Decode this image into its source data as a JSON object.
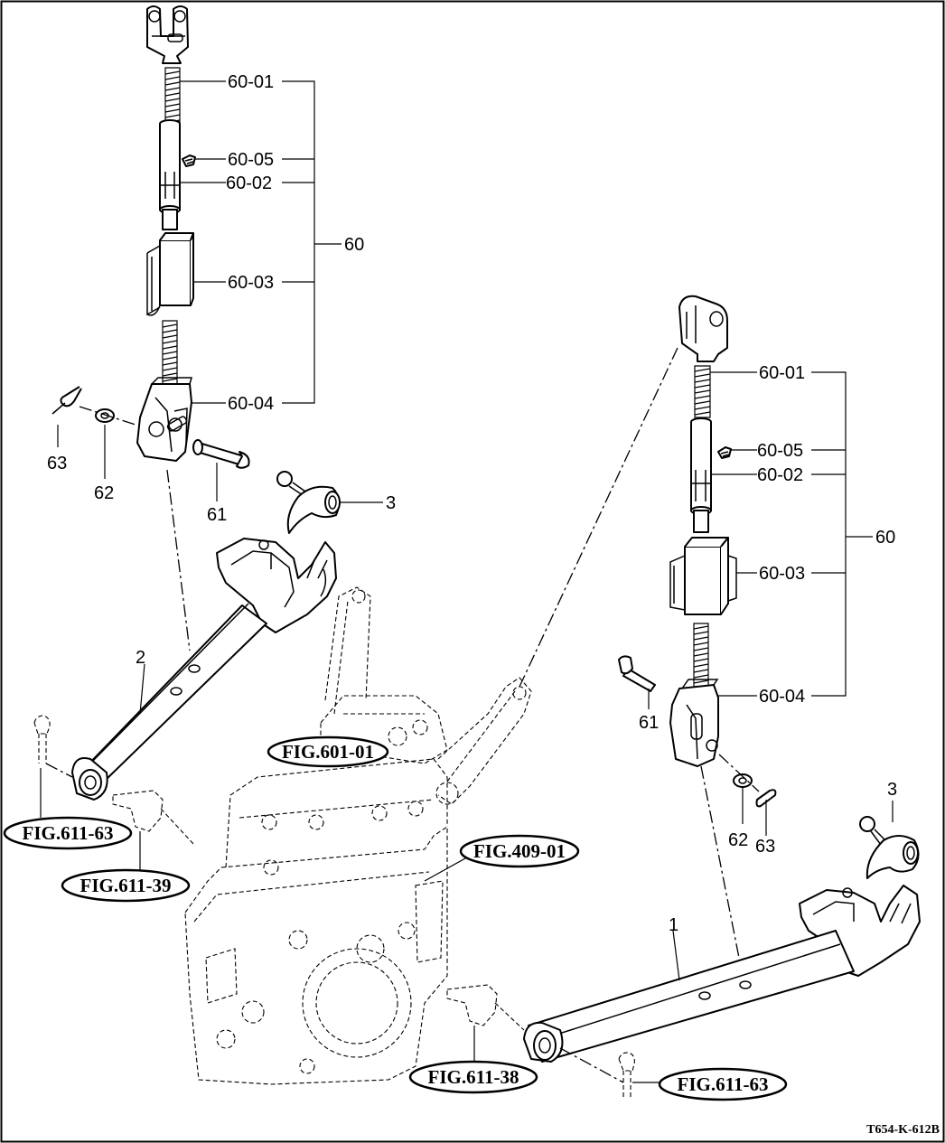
{
  "callouts": {
    "left": {
      "p60_01": "60-01",
      "p60_05": "60-05",
      "p60_02": "60-02",
      "p60_03": "60-03",
      "p60_04": "60-04",
      "p60": "60",
      "p63": "63",
      "p62": "62",
      "p61": "61",
      "p3": "3",
      "p2": "2"
    },
    "right": {
      "p60_01": "60-01",
      "p60_05": "60-05",
      "p60_02": "60-02",
      "p60_03": "60-03",
      "p60_04": "60-04",
      "p60": "60",
      "p61": "61",
      "p62": "62",
      "p63": "63",
      "p3": "3",
      "p1": "1"
    }
  },
  "figure_refs": {
    "fig_601_01": "FIG.601-01",
    "fig_611_63_left": "FIG.611-63",
    "fig_611_39": "FIG.611-39",
    "fig_409_01": "FIG.409-01",
    "fig_611_38": "FIG.611-38",
    "fig_611_63_right": "FIG.611-63"
  },
  "drawing_code": "T654-K-612B"
}
